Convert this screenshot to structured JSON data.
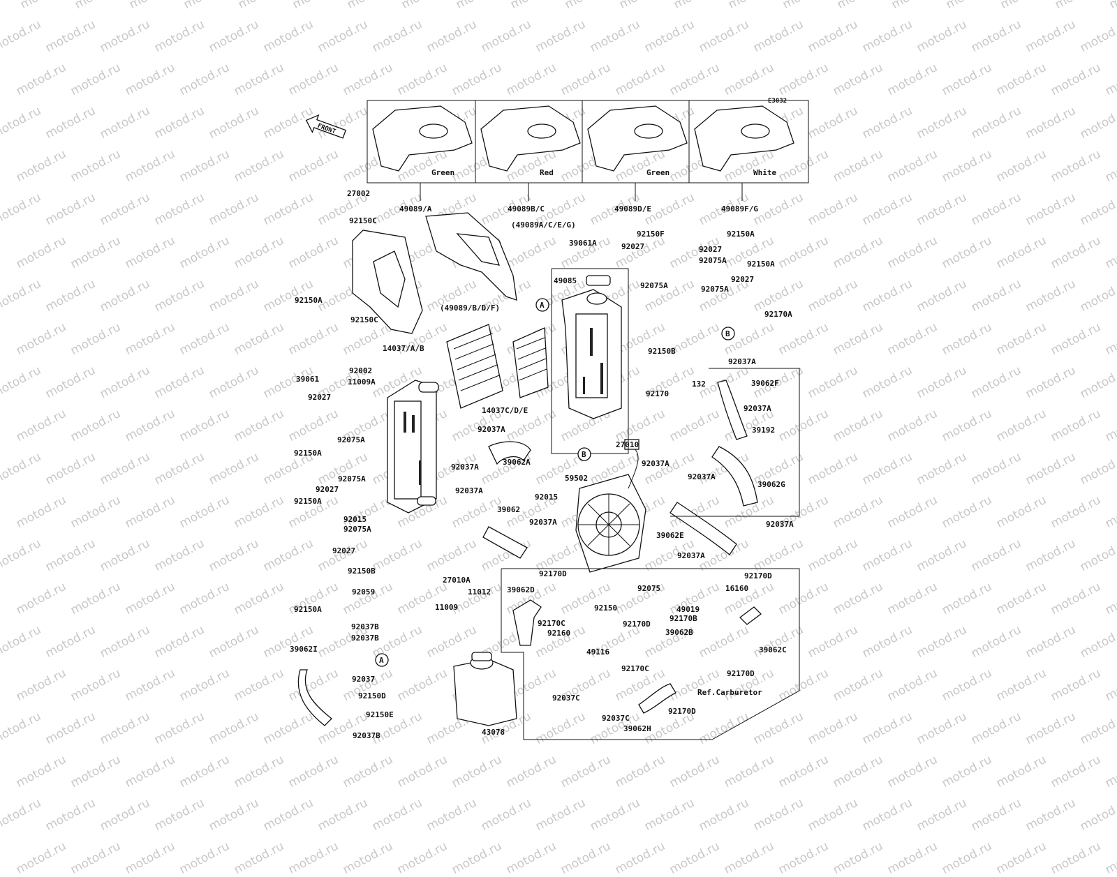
{
  "watermark": "motod.ru",
  "diagram_code": "E3032",
  "front_arrow": "FRONT",
  "shroud_panels": [
    {
      "color": "Green",
      "part": "49089/A"
    },
    {
      "color": "Red",
      "part": "49089B/C"
    },
    {
      "color": "Green",
      "part": "49089D/E"
    },
    {
      "color": "White",
      "part": "49089F/G"
    }
  ],
  "callouts": {
    "A": "A",
    "B": "B"
  },
  "labels": [
    "27002",
    "92150C",
    "(49089A/C/E/G)",
    "92150A",
    "(49089/B/D/F)",
    "92150C",
    "14037/A/B",
    "39061",
    "92002",
    "11009A",
    "92027",
    "92075A",
    "92150A",
    "92075A",
    "92027",
    "92150A",
    "92015",
    "92075A",
    "92027",
    "92150B",
    "92150A",
    "92059",
    "11012",
    "11009",
    "92037B",
    "92037B",
    "39062I",
    "92037",
    "92150D",
    "92150E",
    "92037B",
    "43078",
    "14037C/D/E",
    "92037A",
    "39062A",
    "92037A",
    "92037A",
    "39062",
    "27010A",
    "92015",
    "92037A",
    "39061A",
    "92150F",
    "92027",
    "92150A",
    "92027",
    "92075A",
    "92150A",
    "49085",
    "92075A",
    "92027",
    "92075A",
    "92170A",
    "92150B",
    "92037A",
    "27010",
    "92170",
    "132",
    "39062F",
    "92037A",
    "39192",
    "92037A",
    "39062G",
    "59502",
    "92037A",
    "39062E",
    "92037A",
    "92037A",
    "92075",
    "92150",
    "92170D",
    "39062D",
    "92170C",
    "92160",
    "49116",
    "92170C",
    "92037C",
    "92037C",
    "39062H",
    "92170D",
    "92170B",
    "39062B",
    "49019",
    "16160",
    "92170D",
    "39062C",
    "92170D",
    "92170D",
    "Ref.Carburetor"
  ]
}
